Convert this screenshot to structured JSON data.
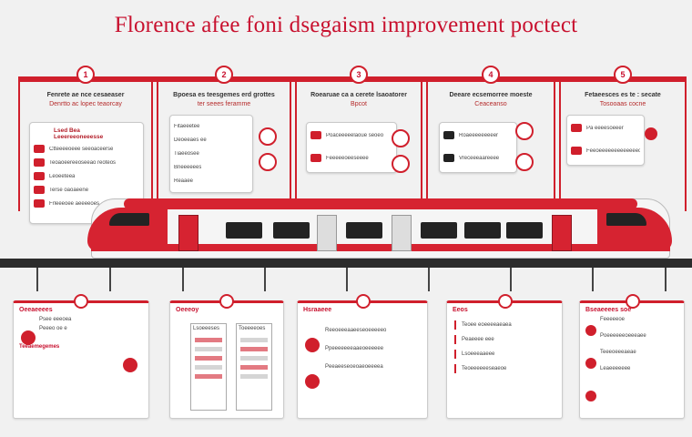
{
  "title": "Florence afee foni dsegaism improvement poctect",
  "columns": [
    {
      "badge": "1",
      "head1": "Fenrete ae nce cesaeaser",
      "head2": "Denrtto ac lopec teaorcay"
    },
    {
      "badge": "2",
      "head1": "Bpoesa es teesgemes erd grottes",
      "head2": "ter seees feramme"
    },
    {
      "badge": "3",
      "head1": "Roearuae ca a cerete lsaoatorer",
      "head2": "Bpcot"
    },
    {
      "badge": "4",
      "head1": "Deeare ecsemorree moeste",
      "head2": "Ceaceanso"
    },
    {
      "badge": "5",
      "head1": "Fetaeesces es te : secate",
      "head2": "Tosooaas cocne"
    }
  ],
  "card1": {
    "header": "Lsed Bea Leeereeoneeesse",
    "rows": [
      "Ctteeeeoeee seeoaceerse",
      "Teoaoeereeoseeao reoteos",
      "Leoeeteea",
      "Terse oaoaeene",
      "Frleeeoee aeeeeoes"
    ]
  },
  "card2": {
    "rows": [
      "Fitaeeetee",
      "Deoeeaes ee",
      "Tiaeeosee",
      "Bneeeeees",
      "Reaaee"
    ]
  },
  "card3": {
    "rows": [
      "Poaceeeeelaoue seoeo",
      "Feeeeeoeeseeee"
    ]
  },
  "card4": {
    "rows": [
      "Roaeeeeeeeeer",
      "Vreceeeaareeee"
    ]
  },
  "card5": {
    "rows": [
      "Pa eeeesoeeer",
      "Feeoeeeeeeeeeeeeeoe"
    ]
  },
  "bottom": [
    {
      "head": "Oeeaeeees",
      "lines": [
        "Psee eeeoea",
        "Peeeo oe e",
        "Teeaemegemes"
      ]
    },
    {
      "head": "Oeeeoy",
      "lines": [
        "Lsoeeeses",
        "Toeeeeoes"
      ]
    },
    {
      "head": "Hsraaeee",
      "lines": [
        "Reeoeeeaaeeseoeeeeeo",
        "Ppeeeeeeeaaeoeeeeee",
        "Peeaeeseoeoaeoeeeea"
      ]
    },
    {
      "head": "Eeos",
      "lines": [
        "Teoee eoeeeeaeaea",
        "Peaeeee eee",
        "Lsoeeeaaeee",
        "Teoeeeeeeseaeoe"
      ]
    },
    {
      "head": "Bseaeeees soe",
      "lines": [
        "Feeeeeoe",
        "Poeeeeeeoeeeaee",
        "Teeeoeeeaeae",
        "Leaeeeeeee"
      ]
    }
  ],
  "colors": {
    "accent": "#d01f2c",
    "track": "#2c2c2c",
    "background": "#f1f1f1"
  }
}
